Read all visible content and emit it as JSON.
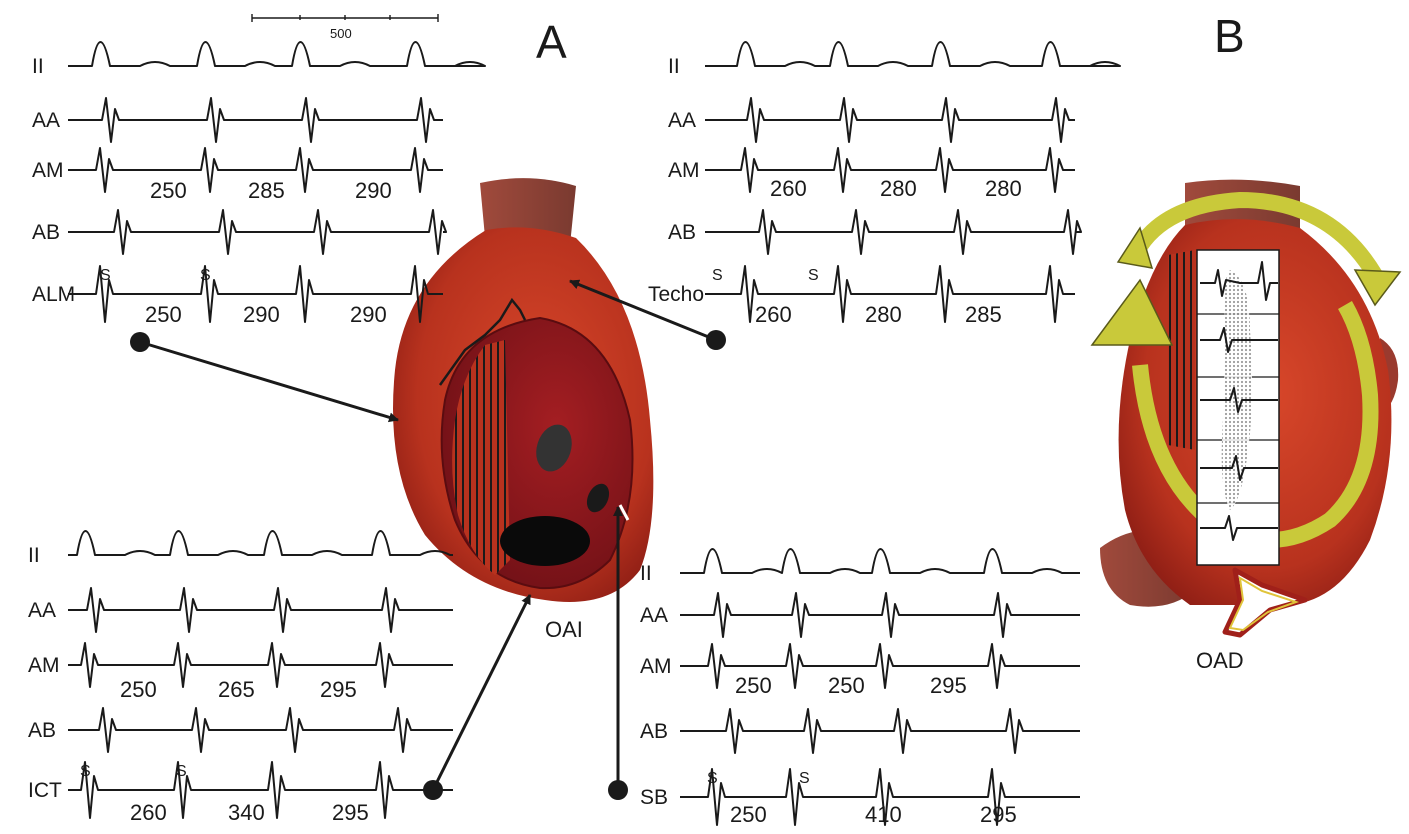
{
  "panel_labels": {
    "a": "A",
    "b": "B"
  },
  "scale_bar": {
    "label": "500"
  },
  "structures": {
    "oai": "OAI",
    "oad": "OAD"
  },
  "panels": [
    {
      "id": "top-left",
      "channels": [
        "II",
        "AA",
        "AM",
        "AB",
        "ALM"
      ],
      "stim_labels": [
        "S",
        "S"
      ],
      "am_intervals": [
        "250",
        "285",
        "290"
      ],
      "site_intervals": [
        "250",
        "290",
        "290"
      ]
    },
    {
      "id": "top-right",
      "channels": [
        "II",
        "AA",
        "AM",
        "AB",
        "Techo"
      ],
      "stim_labels": [
        "S",
        "S"
      ],
      "am_intervals": [
        "260",
        "280",
        "280"
      ],
      "site_intervals": [
        "260",
        "280",
        "285"
      ]
    },
    {
      "id": "bottom-left",
      "channels": [
        "II",
        "AA",
        "AM",
        "AB",
        "ICT"
      ],
      "stim_labels": [
        "S",
        "S"
      ],
      "am_intervals": [
        "250",
        "265",
        "295"
      ],
      "site_intervals": [
        "260",
        "340",
        "295"
      ]
    },
    {
      "id": "bottom-right",
      "channels": [
        "II",
        "AA",
        "AM",
        "AB",
        "SB"
      ],
      "stim_labels": [
        "S",
        "S"
      ],
      "am_intervals": [
        "250",
        "250",
        "295"
      ],
      "site_intervals": [
        "250",
        "410",
        "295"
      ]
    }
  ],
  "colors": {
    "atrium_red": "#b8321e",
    "atrium_dark": "#7a1216",
    "appendage_brown": "#8a4a3e",
    "arrow_yellow": "#c9c93a",
    "oad_arrow_red": "#a0201a"
  }
}
